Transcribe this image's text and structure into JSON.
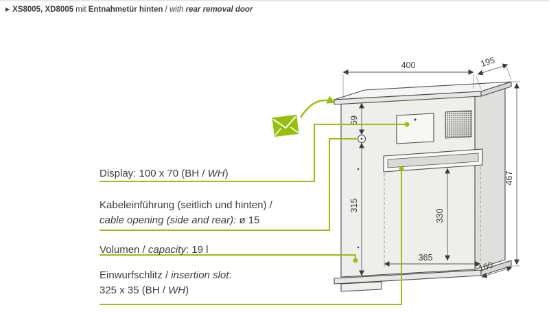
{
  "header": {
    "bullet": "▶",
    "model": "XS8005, XD8005",
    "connector": " mit ",
    "feature_de": "Entnahmetür hinten",
    "separator": " / ",
    "with_word": "with ",
    "feature_en": "rear removal door"
  },
  "callouts": {
    "display": {
      "label": "Display: 100 x 70 (BH / ",
      "wh": "WH",
      "close": ")"
    },
    "cable": {
      "line1": "Kabeleinführung (seitlich und hinten) /",
      "line2_italic": "cable opening (side and rear):",
      "line2_value": " ø 15"
    },
    "volume": {
      "de": "Volumen / ",
      "en_italic": "capacity",
      "value": ": 19 l"
    },
    "slot": {
      "de": "Einwurfschlitz / ",
      "en_italic": "insertion slot",
      "colon": ":",
      "line2": "325 x 35 (BH / ",
      "wh": "WH",
      "close": ")"
    }
  },
  "dims": {
    "width": "400",
    "depth_top": "195",
    "top_offset": "69",
    "front_height": "315",
    "total_height": "467",
    "slot_height": "330",
    "inner_width": "365",
    "depth_bottom": "160"
  },
  "colors": {
    "accent_green": "#97BF0E",
    "line_gray": "#4a4a49",
    "text_dark": "#3c3c3b"
  }
}
